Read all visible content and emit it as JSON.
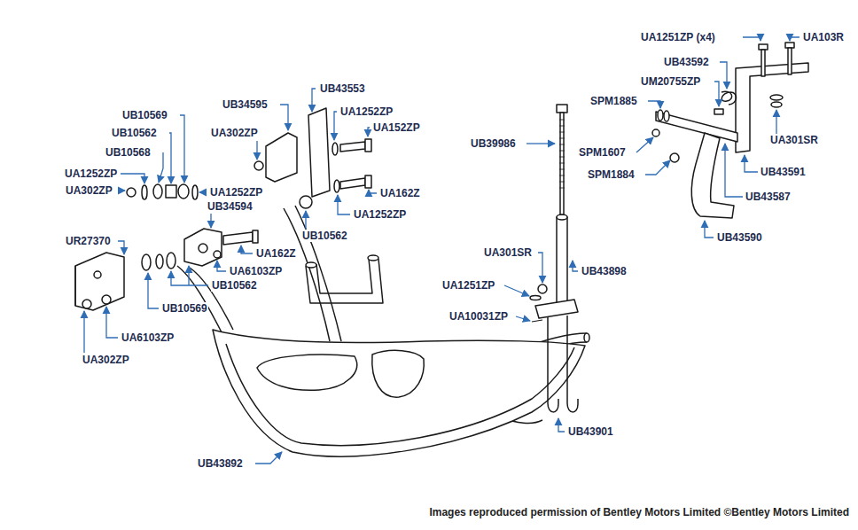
{
  "diagram": {
    "caption": "Images reproduced permission of Bentley Motors Limited ©Bentley Motors Limited",
    "labels": [
      "UA1251ZP (x4)",
      "UA103R",
      "UB43592",
      "UM20755ZP",
      "UB43553",
      "SPM1885",
      "UB34595",
      "UA1252ZP",
      "UB10569",
      "UA152ZP",
      "UA302ZP",
      "UB10562",
      "UA301SR",
      "UB39986",
      "UB10568",
      "SPM1607",
      "UB43591",
      "UA1252ZP",
      "SPM1884",
      "UA302ZP",
      "UA1252ZP",
      "UA162Z",
      "UB43587",
      "UB34594",
      "UA1252ZP",
      "UB10562",
      "UB43590",
      "UR27370",
      "UA301SR",
      "UA162Z",
      "UB43898",
      "UA6103ZP",
      "UA1251ZP",
      "UB10562",
      "UB10569",
      "UA10031ZP",
      "UA6103ZP",
      "UA302ZP",
      "UB43901",
      "UB43892"
    ]
  }
}
